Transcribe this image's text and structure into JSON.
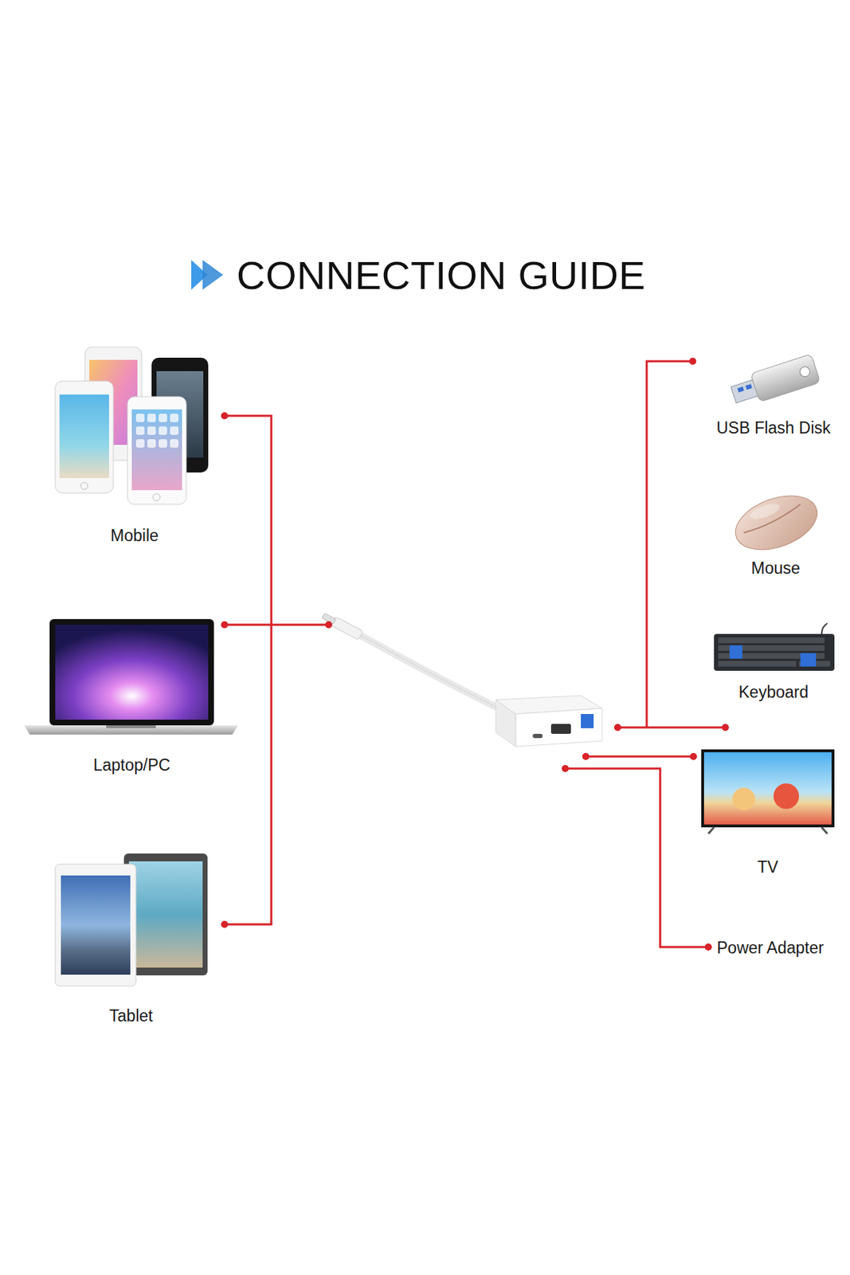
{
  "diagram": {
    "title": "CONNECTION GUIDE",
    "nodes": [
      {
        "text": [
          "Mobile"
        ]
      },
      {
        "text": [
          "Laptop/PC"
        ]
      },
      {
        "text": [
          "Tablet"
        ]
      },
      {
        "text": [
          "USB Flash Disk"
        ]
      },
      {
        "text": [
          "Mouse"
        ]
      },
      {
        "text": [
          "Keyboard"
        ]
      },
      {
        "text": [
          "TV"
        ]
      },
      {
        "text": [
          "Power Adapter"
        ]
      }
    ]
  }
}
